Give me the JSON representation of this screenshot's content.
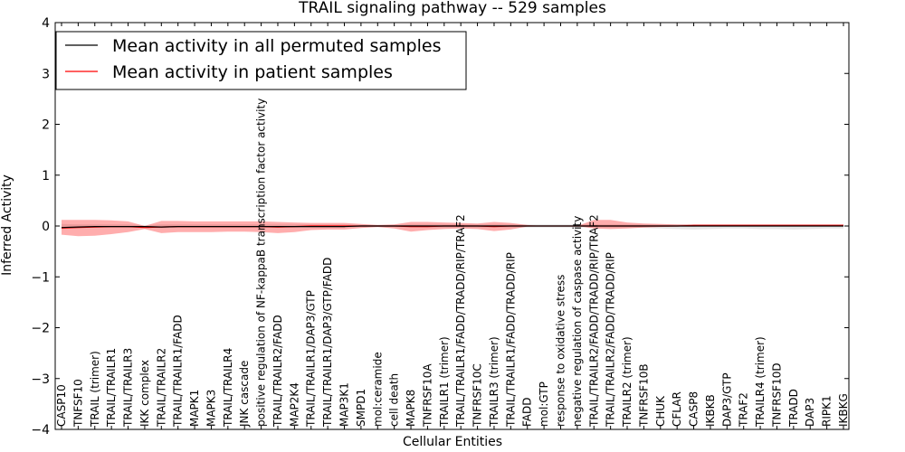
{
  "chart_data": {
    "type": "line",
    "title": "TRAIL signaling pathway -- 529 samples",
    "xlabel": "Cellular Entities",
    "ylabel": "Inferred Activity",
    "ylim": [
      -4,
      4
    ],
    "yticks": [
      "−4",
      "−3",
      "−2",
      "−1",
      "0",
      "1",
      "2",
      "3",
      "4"
    ],
    "grid": false,
    "legend_position": "top-left",
    "categories": [
      "CASP10",
      "TNFSF10",
      "TRAIL (trimer)",
      "TRAIL/TRAILR1",
      "TRAIL/TRAILR3",
      "IKK complex",
      "TRAIL/TRAILR2",
      "TRAIL/TRAILR1/FADD",
      "MAPK1",
      "MAPK3",
      "TRAIL/TRAILR4",
      "JNK cascade",
      "positive regulation of NF-kappaB transcription factor activity",
      "TRAIL/TRAILR2/FADD",
      "MAP2K4",
      "TRAIL/TRAILR1/DAP3/GTP",
      "TRAIL/TRAILR1/DAP3/GTP/FADD",
      "MAP3K1",
      "SMPD1",
      "mol:ceramide",
      "cell death",
      "MAPK8",
      "TNFRSF10A",
      "TRAILR1 (trimer)",
      "TRAIL/TRAILR1/FADD/TRADD/RIP/TRAF2",
      "TNFRSF10C",
      "TRAILR3 (trimer)",
      "TRAIL/TRAILR1/FADD/TRADD/RIP",
      "FADD",
      "mol:GTP",
      "response to oxidative stress",
      "negative regulation of caspase activity",
      "TRAIL/TRAILR2/FADD/TRADD/RIP/TRAF2",
      "TRAIL/TRAILR2/FADD/TRADD/RIP",
      "TRAILR2 (trimer)",
      "TNFRSF10B",
      "CHUK",
      "CFLAR",
      "CASP8",
      "IKBKB",
      "DAP3/GTP",
      "TRAF2",
      "TRAILR4 (trimer)",
      "TNFRSF10D",
      "TRADD",
      "DAP3",
      "RIPK1",
      "IKBKG"
    ],
    "series": [
      {
        "name": "Mean activity in all permuted samples",
        "color": "#000000",
        "values": [
          -0.03,
          -0.02,
          -0.01,
          -0.01,
          -0.01,
          -0.01,
          -0.02,
          -0.01,
          -0.01,
          -0.01,
          -0.01,
          -0.01,
          -0.01,
          -0.01,
          -0.01,
          -0.01,
          -0.01,
          -0.01,
          0.0,
          0.0,
          0.0,
          0.0,
          0.0,
          0.0,
          0.0,
          0.0,
          0.0,
          0.0,
          0.0,
          0.0,
          0.0,
          0.0,
          0.0,
          0.0,
          0.0,
          0.0,
          0.0,
          0.0,
          0.0,
          0.0,
          0.0,
          0.0,
          0.0,
          0.0,
          0.0,
          0.0,
          0.0,
          0.0
        ],
        "band_low": [
          -0.06,
          -0.04,
          -0.03,
          -0.03,
          -0.03,
          -0.03,
          -0.04,
          -0.03,
          -0.03,
          -0.03,
          -0.03,
          -0.03,
          -0.03,
          -0.03,
          -0.03,
          -0.03,
          -0.03,
          -0.03,
          -0.02,
          -0.02,
          -0.02,
          -0.03,
          -0.03,
          -0.03,
          -0.03,
          -0.03,
          -0.03,
          -0.03,
          -0.03,
          -0.03,
          -0.03,
          -0.03,
          -0.03,
          -0.03,
          -0.03,
          -0.04,
          -0.05,
          -0.06,
          -0.07,
          -0.06,
          -0.05,
          -0.05,
          -0.06,
          -0.06,
          -0.07,
          -0.06,
          -0.05,
          -0.05
        ],
        "band_high": [
          0.04,
          0.03,
          0.03,
          0.03,
          0.03,
          0.02,
          0.03,
          0.03,
          0.03,
          0.03,
          0.03,
          0.03,
          0.03,
          0.03,
          0.03,
          0.03,
          0.03,
          0.03,
          0.02,
          0.02,
          0.02,
          0.03,
          0.03,
          0.03,
          0.03,
          0.03,
          0.03,
          0.03,
          0.03,
          0.03,
          0.03,
          0.03,
          0.03,
          0.03,
          0.03,
          0.03,
          0.03,
          0.03,
          0.03,
          0.03,
          0.03,
          0.03,
          0.03,
          0.03,
          0.03,
          0.03,
          0.03,
          0.03
        ]
      },
      {
        "name": "Mean activity in patient samples",
        "color": "#ff0000",
        "values": [
          -0.04,
          -0.03,
          -0.02,
          -0.01,
          -0.01,
          -0.03,
          -0.02,
          -0.01,
          -0.01,
          -0.01,
          -0.01,
          -0.01,
          -0.01,
          -0.02,
          -0.01,
          0.0,
          0.0,
          0.0,
          0.0,
          0.0,
          0.0,
          -0.01,
          -0.01,
          0.0,
          0.0,
          0.0,
          -0.01,
          0.0,
          0.0,
          0.0,
          0.0,
          0.0,
          0.0,
          0.0,
          0.0,
          0.0,
          0.0,
          0.0,
          0.01,
          0.01,
          0.01,
          0.01,
          0.01,
          0.01,
          0.01,
          0.01,
          0.01,
          0.01
        ],
        "band_low": [
          -0.17,
          -0.2,
          -0.19,
          -0.16,
          -0.12,
          -0.06,
          -0.14,
          -0.12,
          -0.12,
          -0.12,
          -0.11,
          -0.11,
          -0.12,
          -0.14,
          -0.12,
          -0.08,
          -0.07,
          -0.07,
          -0.04,
          -0.02,
          -0.05,
          -0.11,
          -0.08,
          -0.06,
          -0.05,
          -0.06,
          -0.1,
          -0.07,
          -0.01,
          0.0,
          0.0,
          0.0,
          -0.05,
          -0.06,
          -0.05,
          -0.03,
          -0.02,
          -0.01,
          -0.01,
          0.0,
          0.0,
          0.0,
          0.0,
          0.0,
          0.0,
          0.0,
          0.0,
          0.0
        ],
        "band_high": [
          0.12,
          0.12,
          0.12,
          0.11,
          0.09,
          0.0,
          0.1,
          0.1,
          0.09,
          0.09,
          0.09,
          0.09,
          0.09,
          0.08,
          0.07,
          0.06,
          0.06,
          0.06,
          0.04,
          0.02,
          0.03,
          0.08,
          0.08,
          0.07,
          0.06,
          0.05,
          0.08,
          0.06,
          0.02,
          0.0,
          0.0,
          0.0,
          0.12,
          0.12,
          0.07,
          0.05,
          0.04,
          0.03,
          0.03,
          0.03,
          0.03,
          0.03,
          0.03,
          0.03,
          0.03,
          0.03,
          0.03,
          0.03
        ]
      }
    ]
  }
}
